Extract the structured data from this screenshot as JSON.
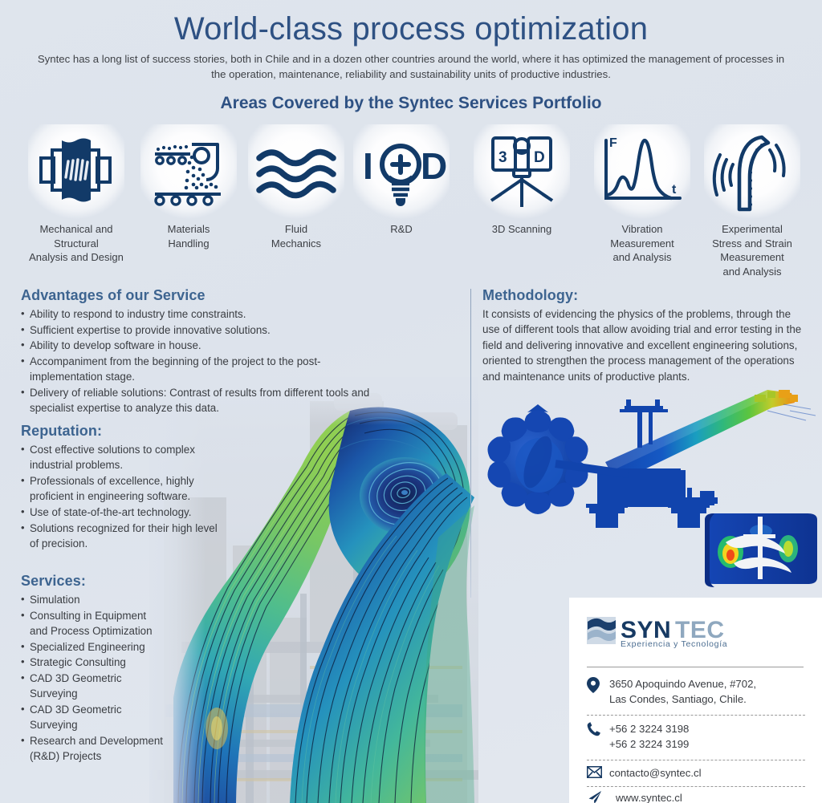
{
  "header": {
    "title": "World-class process optimization",
    "intro": "Syntec has a long list of success stories, both in Chile and in a dozen other countries around the world, where it has optimized the management of processes in the operation, maintenance, reliability and sustainability units of productive industries.",
    "section_title": "Areas Covered by the Syntec Services Portfolio"
  },
  "areas": [
    {
      "icon": "mechanical-structural-icon",
      "label": "Mechanical and\nStructural\nAnalysis and Design"
    },
    {
      "icon": "materials-handling-icon",
      "label": "Materials\nHandling"
    },
    {
      "icon": "fluid-mechanics-icon",
      "label": "Fluid\nMechanics"
    },
    {
      "icon": "rd-lightbulb-icon",
      "label": "R&D"
    },
    {
      "icon": "3d-scanning-icon",
      "label": "3D Scanning"
    },
    {
      "icon": "vibration-analysis-icon",
      "label": "Vibration\nMeasurement\nand Analysis"
    },
    {
      "icon": "stress-strain-icon",
      "label": "Experimental\nStress and Strain\nMeasurement\nand Analysis"
    }
  ],
  "icon_glyph_labels": {
    "rd_left": "I",
    "rd_right": "D",
    "scanner_left": "3",
    "scanner_right": "D",
    "vibration_y_axis": "F",
    "vibration_x_axis": "t"
  },
  "advantages": {
    "heading": "Advantages of our Service",
    "items": [
      "Ability to respond to industry time constraints.",
      "Sufficient expertise to provide innovative solutions.",
      "Ability to develop software in house.",
      "Accompaniment from the beginning of the project to the post-implementation stage.",
      "Delivery of reliable solutions: Contrast of results from different tools and specialist expertise to analyze this data."
    ]
  },
  "reputation": {
    "heading": "Reputation:",
    "items": [
      "Cost effective solutions to complex industrial problems.",
      "Professionals of excellence, highly proficient in engineering software.",
      "Use of state-of-the-art technology.",
      "Solutions recognized for their high level of precision."
    ]
  },
  "services": {
    "heading": "Services:",
    "items": [
      "Simulation",
      "Consulting in Equipment and Process Optimization",
      "Specialized Engineering",
      "Strategic Consulting",
      "CAD 3D Geometric Surveying",
      "CAD 3D Geometric Surveying",
      "Research and Development (R&D) Projects"
    ]
  },
  "methodology": {
    "heading": "Methodology:",
    "text": "It consists of evidencing the physics of the problems, through the use of different tools that allow avoiding trial and error testing in the field and delivering innovative and excellent engineering solutions, oriented to strengthen the process management of the operations and maintenance units of productive plants."
  },
  "contact": {
    "logo_primary": "SYN",
    "logo_secondary": "TEC",
    "logo_tagline": "Experiencia y Tecnología",
    "address_line1": "3650 Apoquindo Avenue, #702,",
    "address_line2": "Las Condes, Santiago, Chile.",
    "phone1": "+56 2 3224 3198",
    "phone2": "+56 2 3224 3199",
    "email": "contacto@syntec.cl",
    "website": "www.syntec.cl"
  },
  "colors": {
    "background": "#dde3ec",
    "title_blue": "#2e5183",
    "heading_blue": "#3d6490",
    "icon_navy": "#123a68",
    "logo_navy": "#173a63",
    "logo_light": "#8fa8bf",
    "body_text": "#3a3d42",
    "card_white": "#ffffff"
  }
}
